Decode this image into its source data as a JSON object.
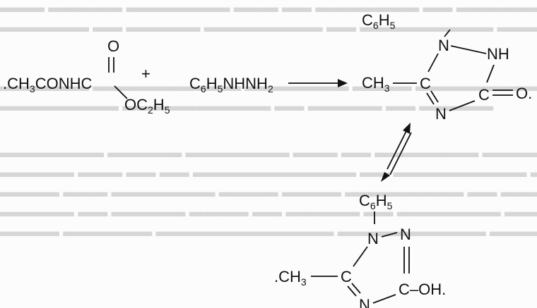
{
  "reaction": {
    "reactant1": {
      "prefix": ".CH",
      "sub1": "3",
      "middle": "CONHC",
      "carbonyl_o": "O",
      "ester_o": "OC",
      "ester_r": "H",
      "sub2": "2",
      "sub3": "5"
    },
    "plus_sign": "+",
    "reactant2": {
      "c": "C",
      "s6": "6",
      "h": "H",
      "s5": "5",
      "nhnh": "NHNH",
      "s2": "2"
    },
    "product1": {
      "ch": "CH",
      "s3": "3",
      "c": "C",
      "n_top": "N",
      "nh": "NH",
      "n_bottom": "N",
      "c_carbonyl": "C",
      "o": "O.",
      "ph_c": "C",
      "ph_s6": "6",
      "ph_h": "H",
      "ph_s5": "5"
    },
    "product2": {
      "prefix": ".CH",
      "s3": "3",
      "c": "C",
      "n_top": "N",
      "n_right": "N",
      "n_bottom": "N",
      "coh": "C–OH.",
      "ph_c": "C",
      "ph_s6": "6",
      "ph_h": "H",
      "ph_s5": "5"
    }
  }
}
